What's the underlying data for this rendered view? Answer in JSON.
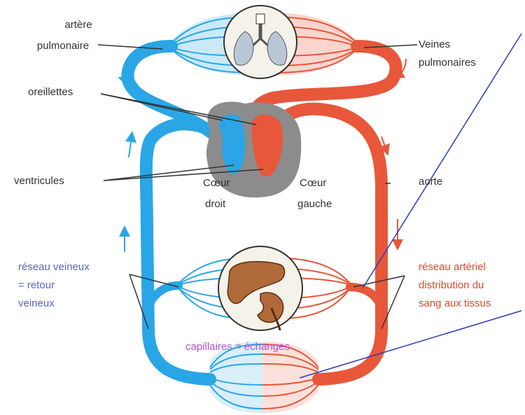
{
  "labels": {
    "pulmonary_artery": [
      "artère",
      "pulmonaire"
    ],
    "pulmonary_veins": [
      "Veines",
      "pulmonaires"
    ],
    "atria": "oreillettes",
    "ventricles": "ventricules",
    "right_heart": [
      "Cœur",
      "droit"
    ],
    "left_heart": [
      "Cœur",
      "gauche"
    ],
    "aorta": "aorte",
    "venous_network": [
      "réseau veineux",
      "= retour",
      "veineux"
    ],
    "arterial_network": [
      "réseau artériel",
      "distribution du",
      "sang aux tissus"
    ],
    "capillaries": "capillaires = échanges"
  },
  "colors": {
    "venous": "#2aa6e6",
    "arterial": "#e8573a",
    "heart": "#8c8c8c",
    "organ_circle": "#f5f2ea",
    "liver": "#b06a3a",
    "annotation_line": "#2d3bb8"
  }
}
